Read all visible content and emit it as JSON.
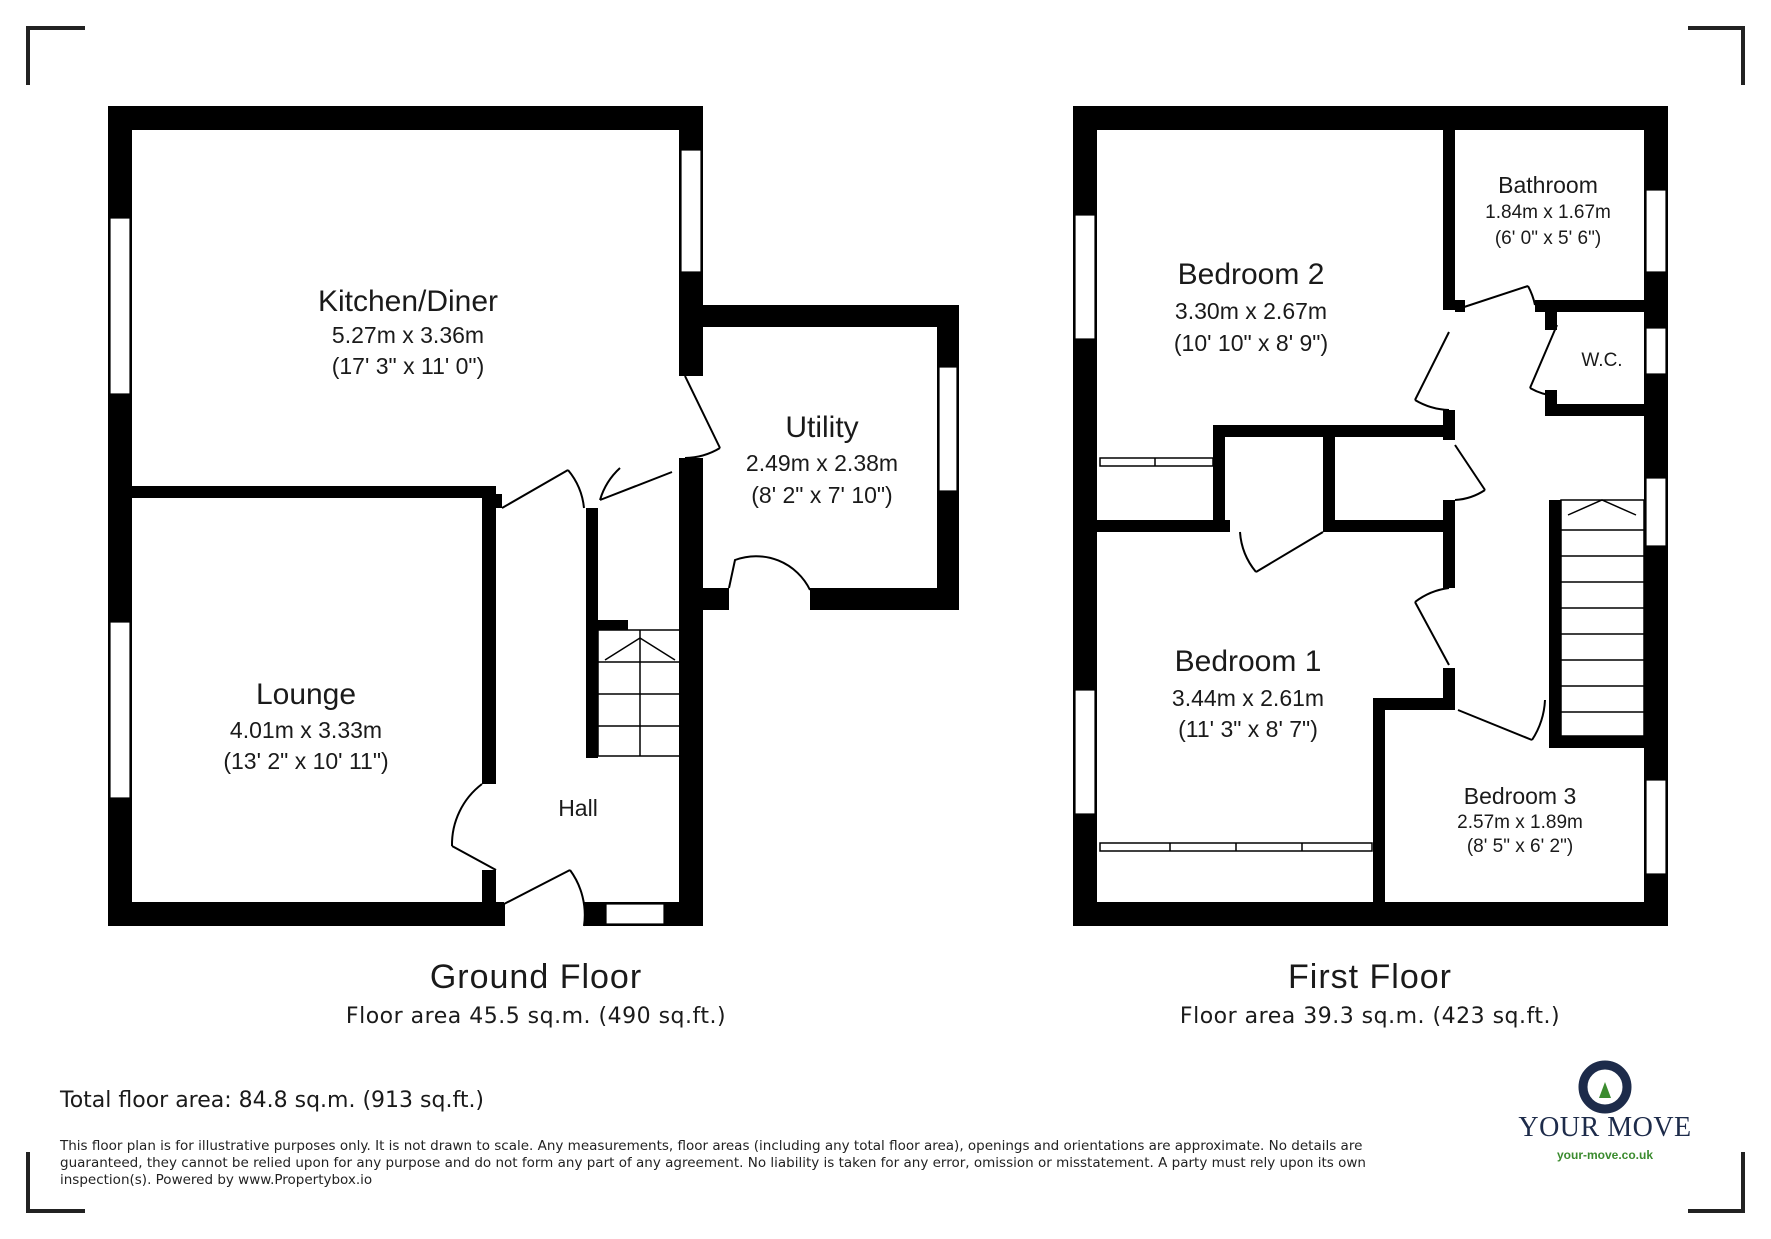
{
  "ground_floor": {
    "title": "Ground Floor",
    "area": "Floor area 45.5 sq.m. (490 sq.ft.)",
    "rooms": {
      "kitchen": {
        "name": "Kitchen/Diner",
        "metric": "5.27m x 3.36m",
        "imperial": "(17' 3\" x 11' 0\")"
      },
      "utility": {
        "name": "Utility",
        "metric": "2.49m x 2.38m",
        "imperial": "(8' 2\" x 7' 10\")"
      },
      "lounge": {
        "name": "Lounge",
        "metric": "4.01m x 3.33m",
        "imperial": "(13' 2\" x 10' 11\")"
      },
      "hall": {
        "name": "Hall"
      }
    }
  },
  "first_floor": {
    "title": "First Floor",
    "area": "Floor area 39.3 sq.m. (423 sq.ft.)",
    "rooms": {
      "bedroom2": {
        "name": "Bedroom 2",
        "metric": "3.30m x 2.67m",
        "imperial": "(10' 10\" x 8' 9\")"
      },
      "bathroom": {
        "name": "Bathroom",
        "metric": "1.84m x 1.67m",
        "imperial": "(6' 0\" x 5' 6\")"
      },
      "wc": {
        "name": "W.C."
      },
      "bedroom1": {
        "name": "Bedroom 1",
        "metric": "3.44m x 2.61m",
        "imperial": "(11' 3\" x 8' 7\")"
      },
      "bedroom3": {
        "name": "Bedroom 3",
        "metric": "2.57m x 1.89m",
        "imperial": "(8' 5\" x 6' 2\")"
      }
    }
  },
  "total_area": "Total floor area: 84.8 sq.m. (913 sq.ft.)",
  "disclaimer": "This floor plan is for illustrative purposes only. It is not drawn to scale. Any measurements, floor areas (including any total floor area), openings and orientations are approximate. No details are guaranteed, they cannot be relied upon for any purpose and do not form any part of any agreement. No liability is taken for any error, omission or misstatement. A party must rely upon its own inspection(s). Powered by www.Propertybox.io",
  "brand": {
    "name": "YOUR MOVE",
    "url": "your-move.co.uk",
    "colors": {
      "navy": "#1d2b4a",
      "green": "#3a8b2e"
    }
  }
}
